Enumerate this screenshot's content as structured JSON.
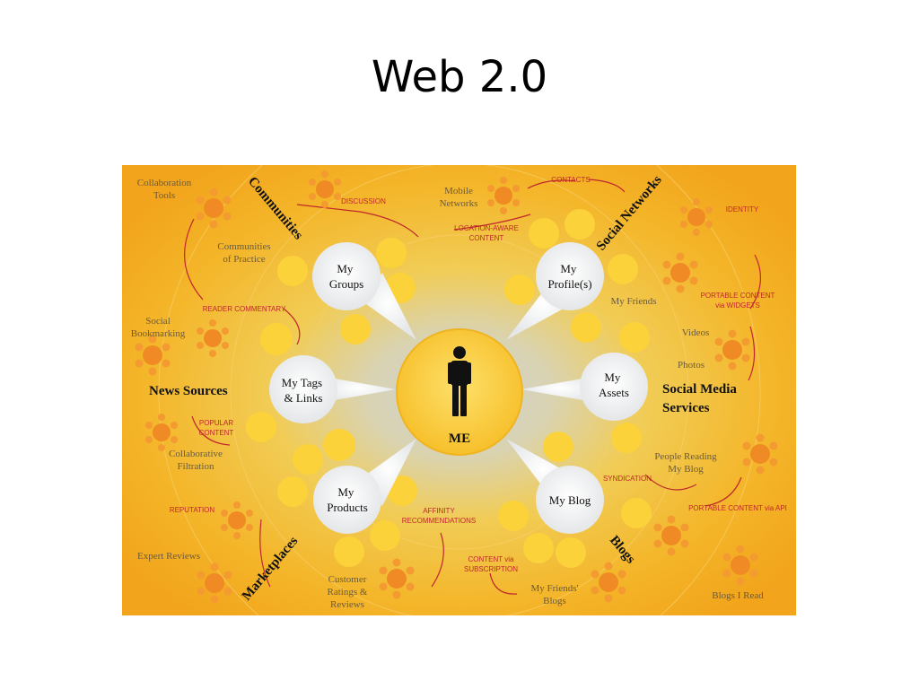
{
  "slide_title": "Web 2.0",
  "center": {
    "label": "ME"
  },
  "bubbles": {
    "groups": [
      "My",
      "Groups"
    ],
    "profiles": [
      "My",
      "Profile(s)"
    ],
    "tags": [
      "My Tags",
      "& Links"
    ],
    "assets": [
      "My",
      "Assets"
    ],
    "products": [
      "My",
      "Products"
    ],
    "blog": [
      "My Blog"
    ]
  },
  "categories": {
    "communities": "Communities",
    "social_networks": "Social Networks",
    "news_sources": "News Sources",
    "social_media": [
      "Social Media",
      "Services"
    ],
    "marketplaces": "Marketplaces",
    "blogs": "Blogs"
  },
  "items": {
    "collaboration_tools": [
      "Collaboration",
      "Tools"
    ],
    "communities_of_practice": [
      "Communities",
      "of Practice"
    ],
    "social_bookmarking": [
      "Social",
      "Bookmarking"
    ],
    "collaborative_filtration": [
      "Collaborative",
      "Filtration"
    ],
    "expert_reviews": [
      "Expert Reviews"
    ],
    "customer_ratings": [
      "Customer",
      "Ratings &",
      "Reviews"
    ],
    "mobile_networks": [
      "Mobile",
      "Networks"
    ],
    "my_friends": [
      "My Friends"
    ],
    "videos": [
      "Videos"
    ],
    "photos": [
      "Photos"
    ],
    "people_reading": [
      "People Reading",
      "My Blog"
    ],
    "friends_blogs": [
      "My Friends'",
      "Blogs"
    ],
    "blogs_i_read": [
      "Blogs I Read"
    ]
  },
  "annotations": {
    "discussion": [
      "DISCUSSION"
    ],
    "contacts": [
      "CONTACTS"
    ],
    "location_aware": [
      "LOCATION-AWARE",
      "CONTENT"
    ],
    "identity": [
      "IDENTITY"
    ],
    "reader_commentary": [
      "READER COMMENTARY"
    ],
    "portable_widgets": [
      "PORTABLE CONTENT",
      "via WIDGETS"
    ],
    "popular_content": [
      "POPULAR",
      "CONTENT"
    ],
    "syndication": [
      "SYNDICATION"
    ],
    "reputation": [
      "REPUTATION"
    ],
    "affinity": [
      "AFFINITY",
      "RECOMMENDATIONS"
    ],
    "portable_api": [
      "PORTABLE CONTENT via API"
    ],
    "content_subscription": [
      "CONTENT via",
      "SUBSCRIPTION"
    ]
  },
  "colors": {
    "background": "#f2b320",
    "bubble": "#fbd23a",
    "orange_dot": "#f08a24",
    "annotation_red": "#c0272d",
    "label_gray": "#6b5a3a"
  }
}
